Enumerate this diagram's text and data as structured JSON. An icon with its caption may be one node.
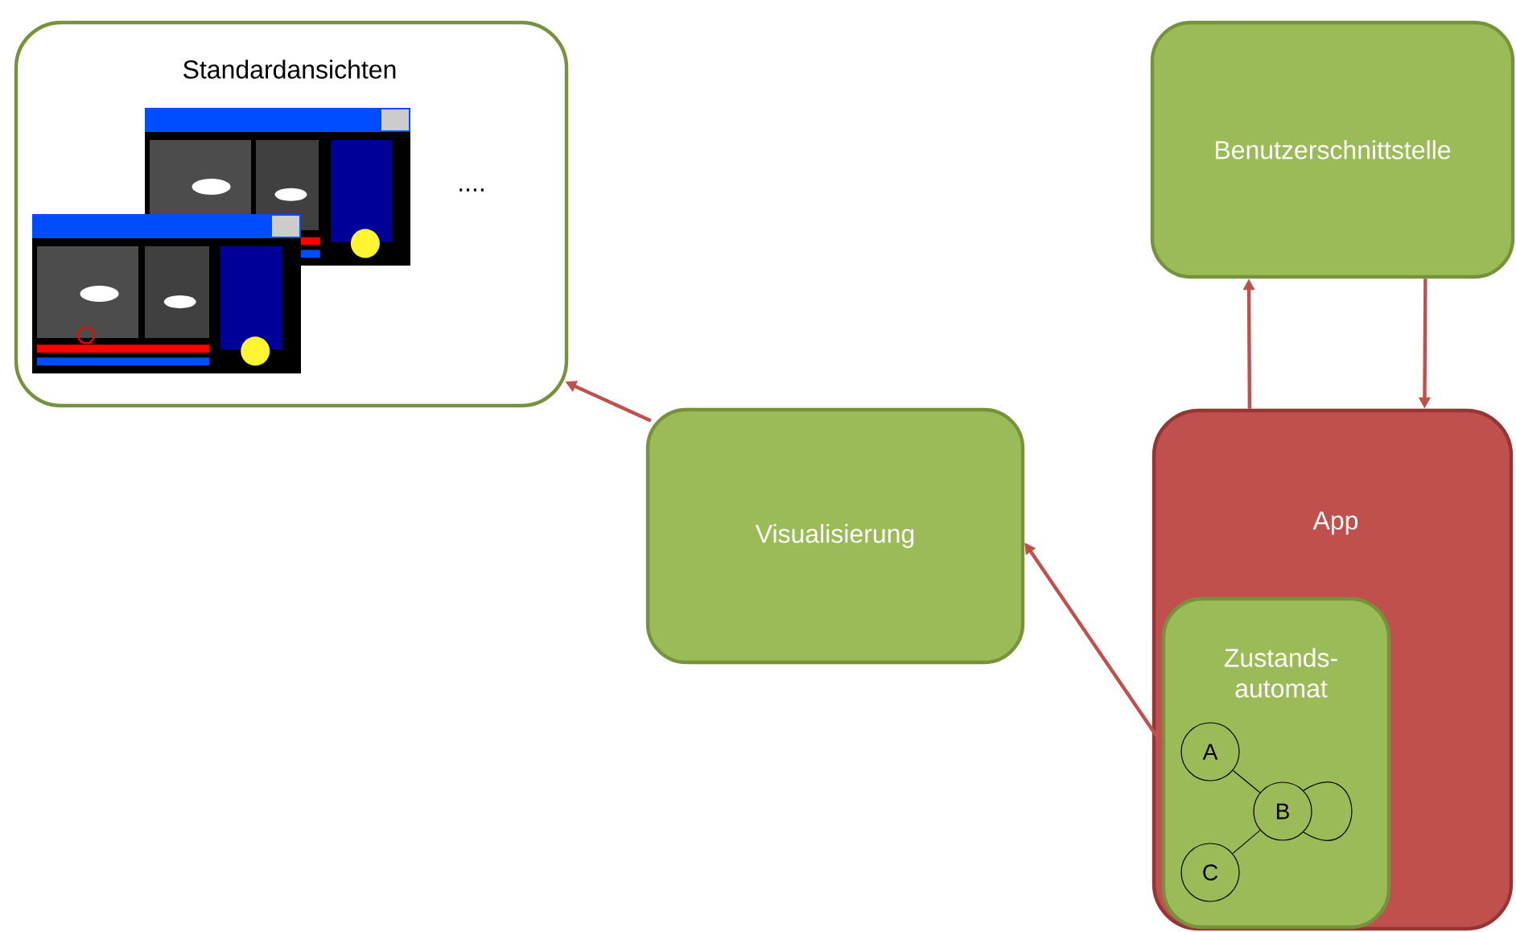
{
  "diagram": {
    "nodes": [
      {
        "text": [
          "Standardansichten"
        ]
      },
      {
        "text": [
          "Benutzerschnittstelle"
        ]
      },
      {
        "text": [
          "App"
        ]
      },
      {
        "text": [
          "Visualisierung"
        ]
      },
      {
        "text": [
          "Zustands- automat"
        ],
        "in": 2
      },
      {
        "text": [
          "A"
        ],
        "in": 4
      },
      {
        "text": [
          "B"
        ],
        "in": 4
      },
      {
        "text": [
          "C"
        ],
        "in": 4
      }
    ],
    "edges": [
      {
        "from": 3,
        "to": 0,
        "arrow": "to"
      },
      {
        "from": 2,
        "to": 1,
        "arrow": "to"
      },
      {
        "from": 1,
        "to": 2,
        "arrow": "to"
      },
      {
        "from": 4,
        "to": 3,
        "arrow": "to"
      },
      {
        "from": 5,
        "to": 6,
        "arrow": "none",
        "color": "#000000"
      },
      {
        "from": 6,
        "to": 7,
        "arrow": "none",
        "color": "#000000"
      },
      {
        "from": 6,
        "to": 6,
        "arrow": "none",
        "color": "#000000"
      }
    ],
    "labels": [
      "...."
    ]
  }
}
